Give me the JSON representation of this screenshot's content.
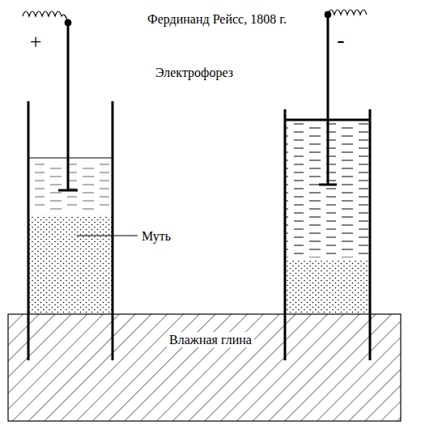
{
  "diagram": {
    "title": "Фердинанд Рейсс, 1808 г.",
    "nodes": [
      {
        "text": [
          "Влажная глина"
        ]
      }
    ],
    "labels": [
      "Электрофорез",
      "+",
      "-",
      "Муть"
    ]
  }
}
